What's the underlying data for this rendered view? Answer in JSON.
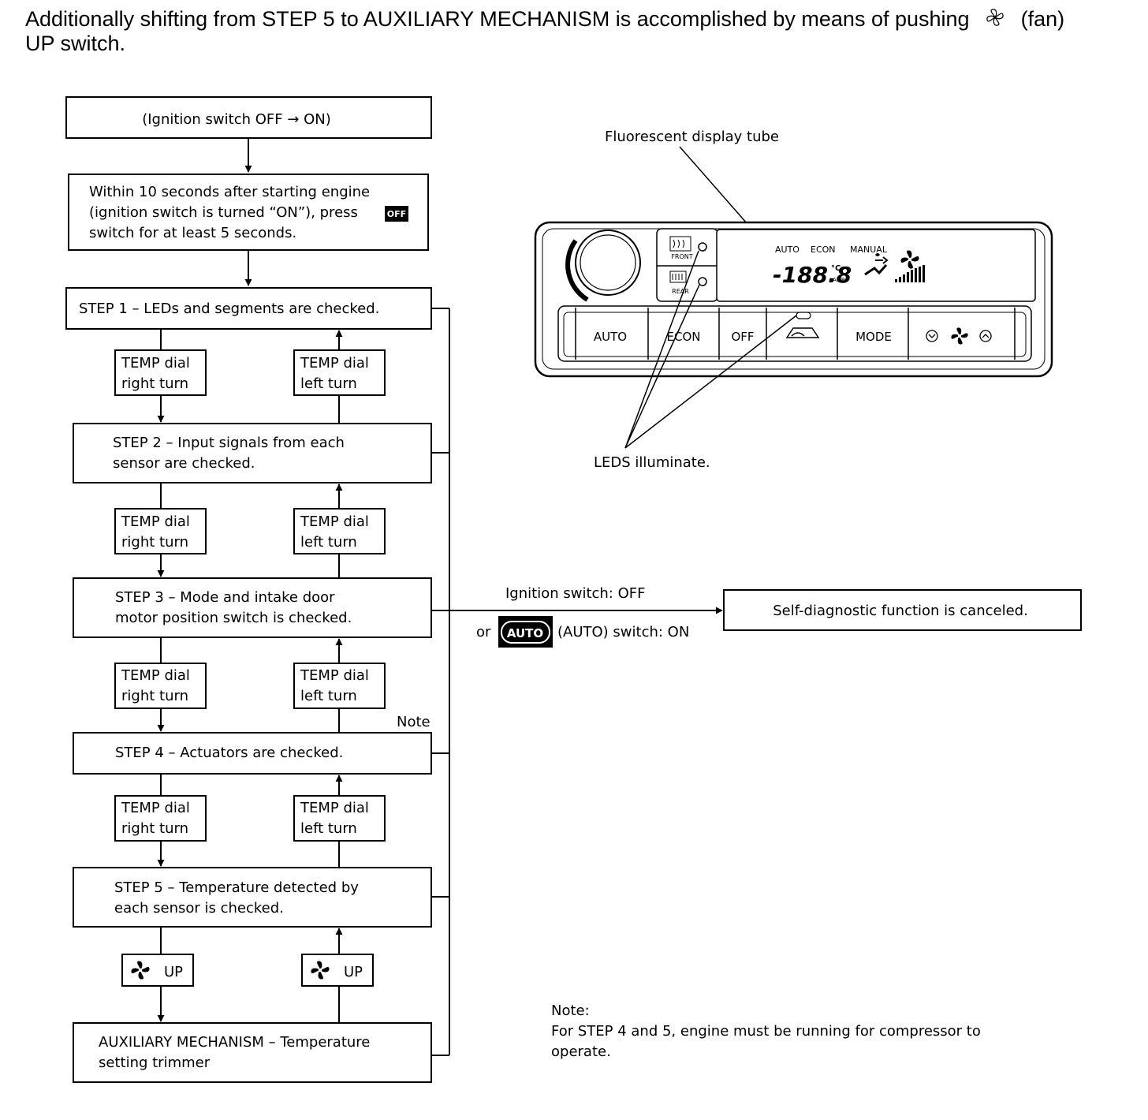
{
  "intro": {
    "line1_a": "Additionally shifting from STEP 5 to AUXILIARY MECHANISM is accomplished by means of pushing",
    "fan_icon": "fan-icon",
    "line1_b": "(fan)",
    "line2": "UP switch."
  },
  "flow": {
    "ignition": "(Ignition switch OFF → ON)",
    "within": {
      "line1": "Within 10 seconds after starting engine",
      "line2": "(ignition switch is turned “ON”), press",
      "off_badge": "OFF",
      "line3": "switch for at least 5 seconds."
    },
    "step1": "STEP 1 – LEDs and segments are checked.",
    "step2": [
      "STEP 2 – Input signals from each",
      "sensor are checked."
    ],
    "step3": [
      "STEP 3 – Mode and intake door",
      "motor position switch is checked."
    ],
    "step4": "STEP 4 – Actuators are checked.",
    "step5": [
      "STEP 5 – Temperature detected by",
      "each sensor is checked."
    ],
    "aux": [
      "AUXILIARY MECHANISM – Temperature",
      "setting trimmer"
    ],
    "temp_right": [
      "TEMP dial",
      "right turn"
    ],
    "temp_left": [
      "TEMP dial",
      "left turn"
    ],
    "fan_up": "UP",
    "note_marker": "Note"
  },
  "cancel": {
    "condition1": "Ignition switch: OFF",
    "or": "or",
    "auto_badge": "AUTO",
    "condition2": "(AUTO) switch: ON",
    "result": "Self-diagnostic function is canceled."
  },
  "panel": {
    "fluorescent_label": "Fluorescent display tube",
    "leds_label": "LEDS illuminate.",
    "display": {
      "auto": "AUTO",
      "econ": "ECON",
      "manual": "MANUAL",
      "temp": "-188.8",
      "unit": "°C",
      "amb": "AMB"
    },
    "defrost_front": "FRONT",
    "defrost_rear": "REAR",
    "buttons": [
      "AUTO",
      "ECON",
      "OFF",
      "",
      "MODE",
      ""
    ]
  },
  "note": {
    "title": "Note:",
    "line1": "For STEP 4 and 5, engine must be running for compressor to",
    "line2": "operate."
  }
}
